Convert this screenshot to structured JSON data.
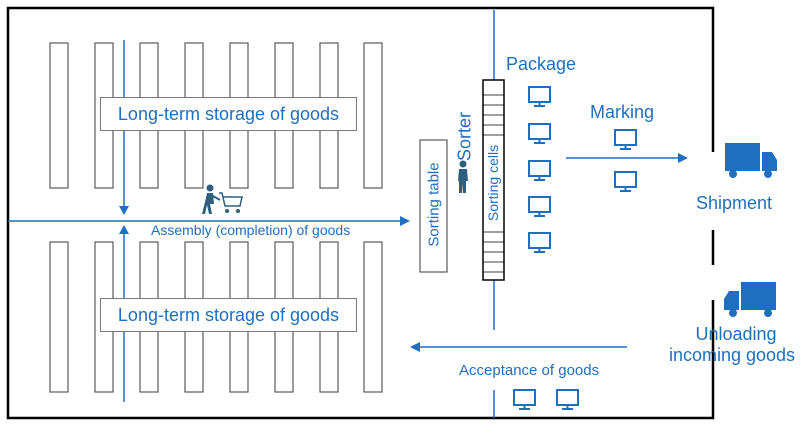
{
  "labels": {
    "storage_top": "Long-term storage of goods",
    "storage_bottom": "Long-term storage of goods",
    "assembly": "Assembly (completion) of goods",
    "sorting_table": "Sorting table",
    "sorter": "Sorter",
    "sorting_cells": "Sorting cells",
    "package": "Package",
    "marking": "Marking",
    "shipment": "Shipment",
    "unloading": "Unloading",
    "incoming_goods": "incoming goods",
    "acceptance": "Acceptance of goods"
  },
  "colors": {
    "accent": "#1f6fc0",
    "outline": "#000000",
    "rack": "#5a5a5a",
    "truck": "#1f6fc0"
  },
  "icons": [
    "person-pushing-cart-icon",
    "worker-icon",
    "monitor-icon",
    "truck-icon"
  ]
}
